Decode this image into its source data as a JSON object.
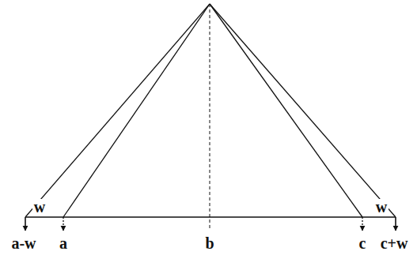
{
  "diagram": {
    "labels": [
      "w",
      "w",
      "a-w",
      "a",
      "b",
      "c",
      "c+w"
    ]
  }
}
